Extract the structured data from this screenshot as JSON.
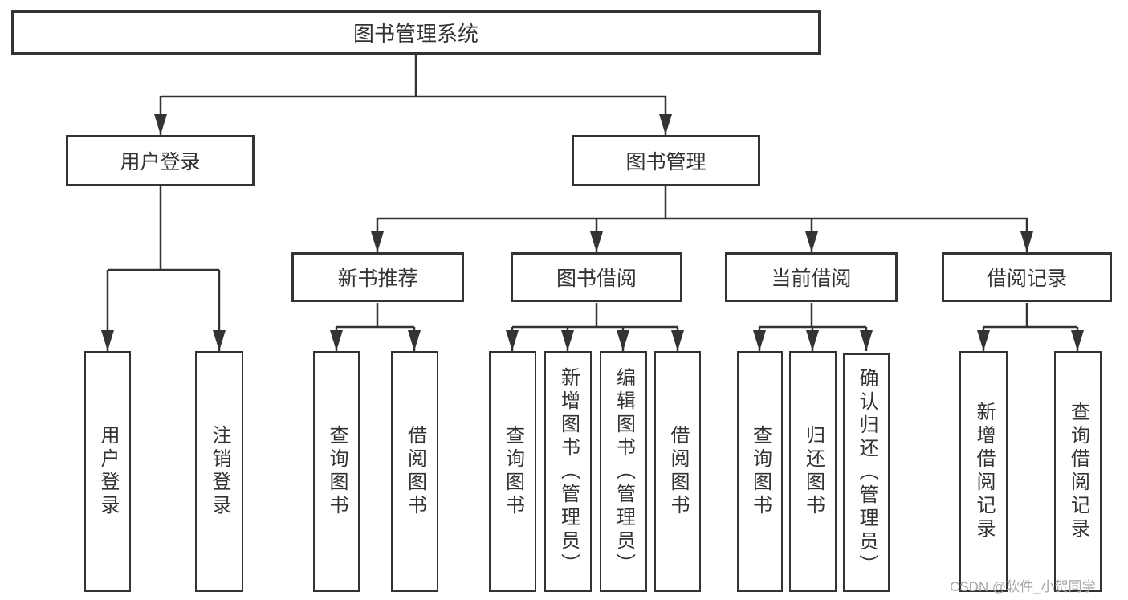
{
  "diagram": {
    "tree": {
      "root": "图书管理系统",
      "branches": [
        {
          "label": "用户登录",
          "children": [
            "用户登录",
            "注销登录"
          ]
        },
        {
          "label": "图书管理",
          "groups": [
            {
              "label": "新书推荐",
              "children": [
                "查询图书",
                "借阅图书"
              ]
            },
            {
              "label": "图书借阅",
              "children": [
                "查询图书",
                "新增图书（管理员）",
                "编辑图书（管理员）",
                "借阅图书"
              ]
            },
            {
              "label": "当前借阅",
              "children": [
                "查询图书",
                "归还图书",
                "确认归还（管理员）"
              ]
            },
            {
              "label": "借阅记录",
              "children": [
                "新增借阅记录",
                "查询借阅记录"
              ]
            }
          ]
        }
      ]
    },
    "watermark": {
      "text": "CSDN @软件_小贺同学"
    },
    "colors": {
      "line": "#333333",
      "box_border": "#333333",
      "text": "#333333",
      "watermark": "#a6a6a6",
      "background": "#ffffff"
    }
  }
}
